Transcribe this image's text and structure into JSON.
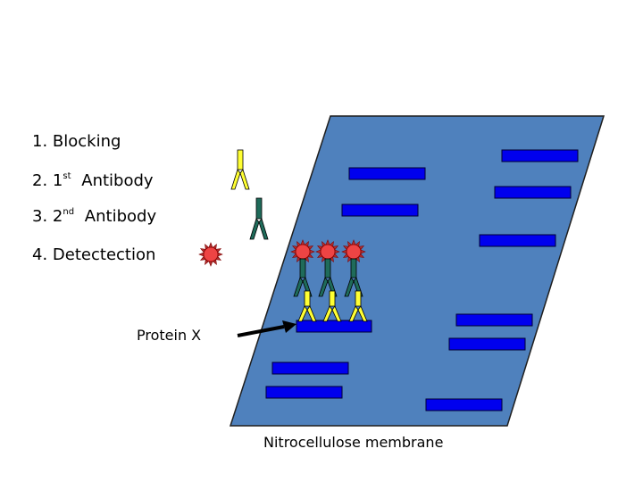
{
  "steps": [
    {
      "num": "1.",
      "text": "Blocking",
      "sup": ""
    },
    {
      "num": "2.",
      "text": "Antibody",
      "sup": "st",
      "prefix": "1"
    },
    {
      "num": "3.",
      "text": "Antibody",
      "sup": "nd",
      "prefix": "2"
    },
    {
      "num": "4.",
      "text": "Detectection",
      "sup": ""
    }
  ],
  "labels": {
    "protein": "Protein X",
    "membrane": "Nitrocellulose membrane"
  },
  "colors": {
    "membrane": "#4f81bd",
    "membrane_edge": "#1f1f1f",
    "band": "#0000ee",
    "band_edge": "#000033",
    "primary_antibody": "#ffff33",
    "secondary_antibody": "#1f6b5a",
    "enzyme": "#ee4444",
    "arrow": "#000000"
  },
  "icons": {
    "primary": "y-antibody-yellow-icon",
    "secondary": "y-antibody-green-icon",
    "enzyme": "starburst-enzyme-icon"
  }
}
